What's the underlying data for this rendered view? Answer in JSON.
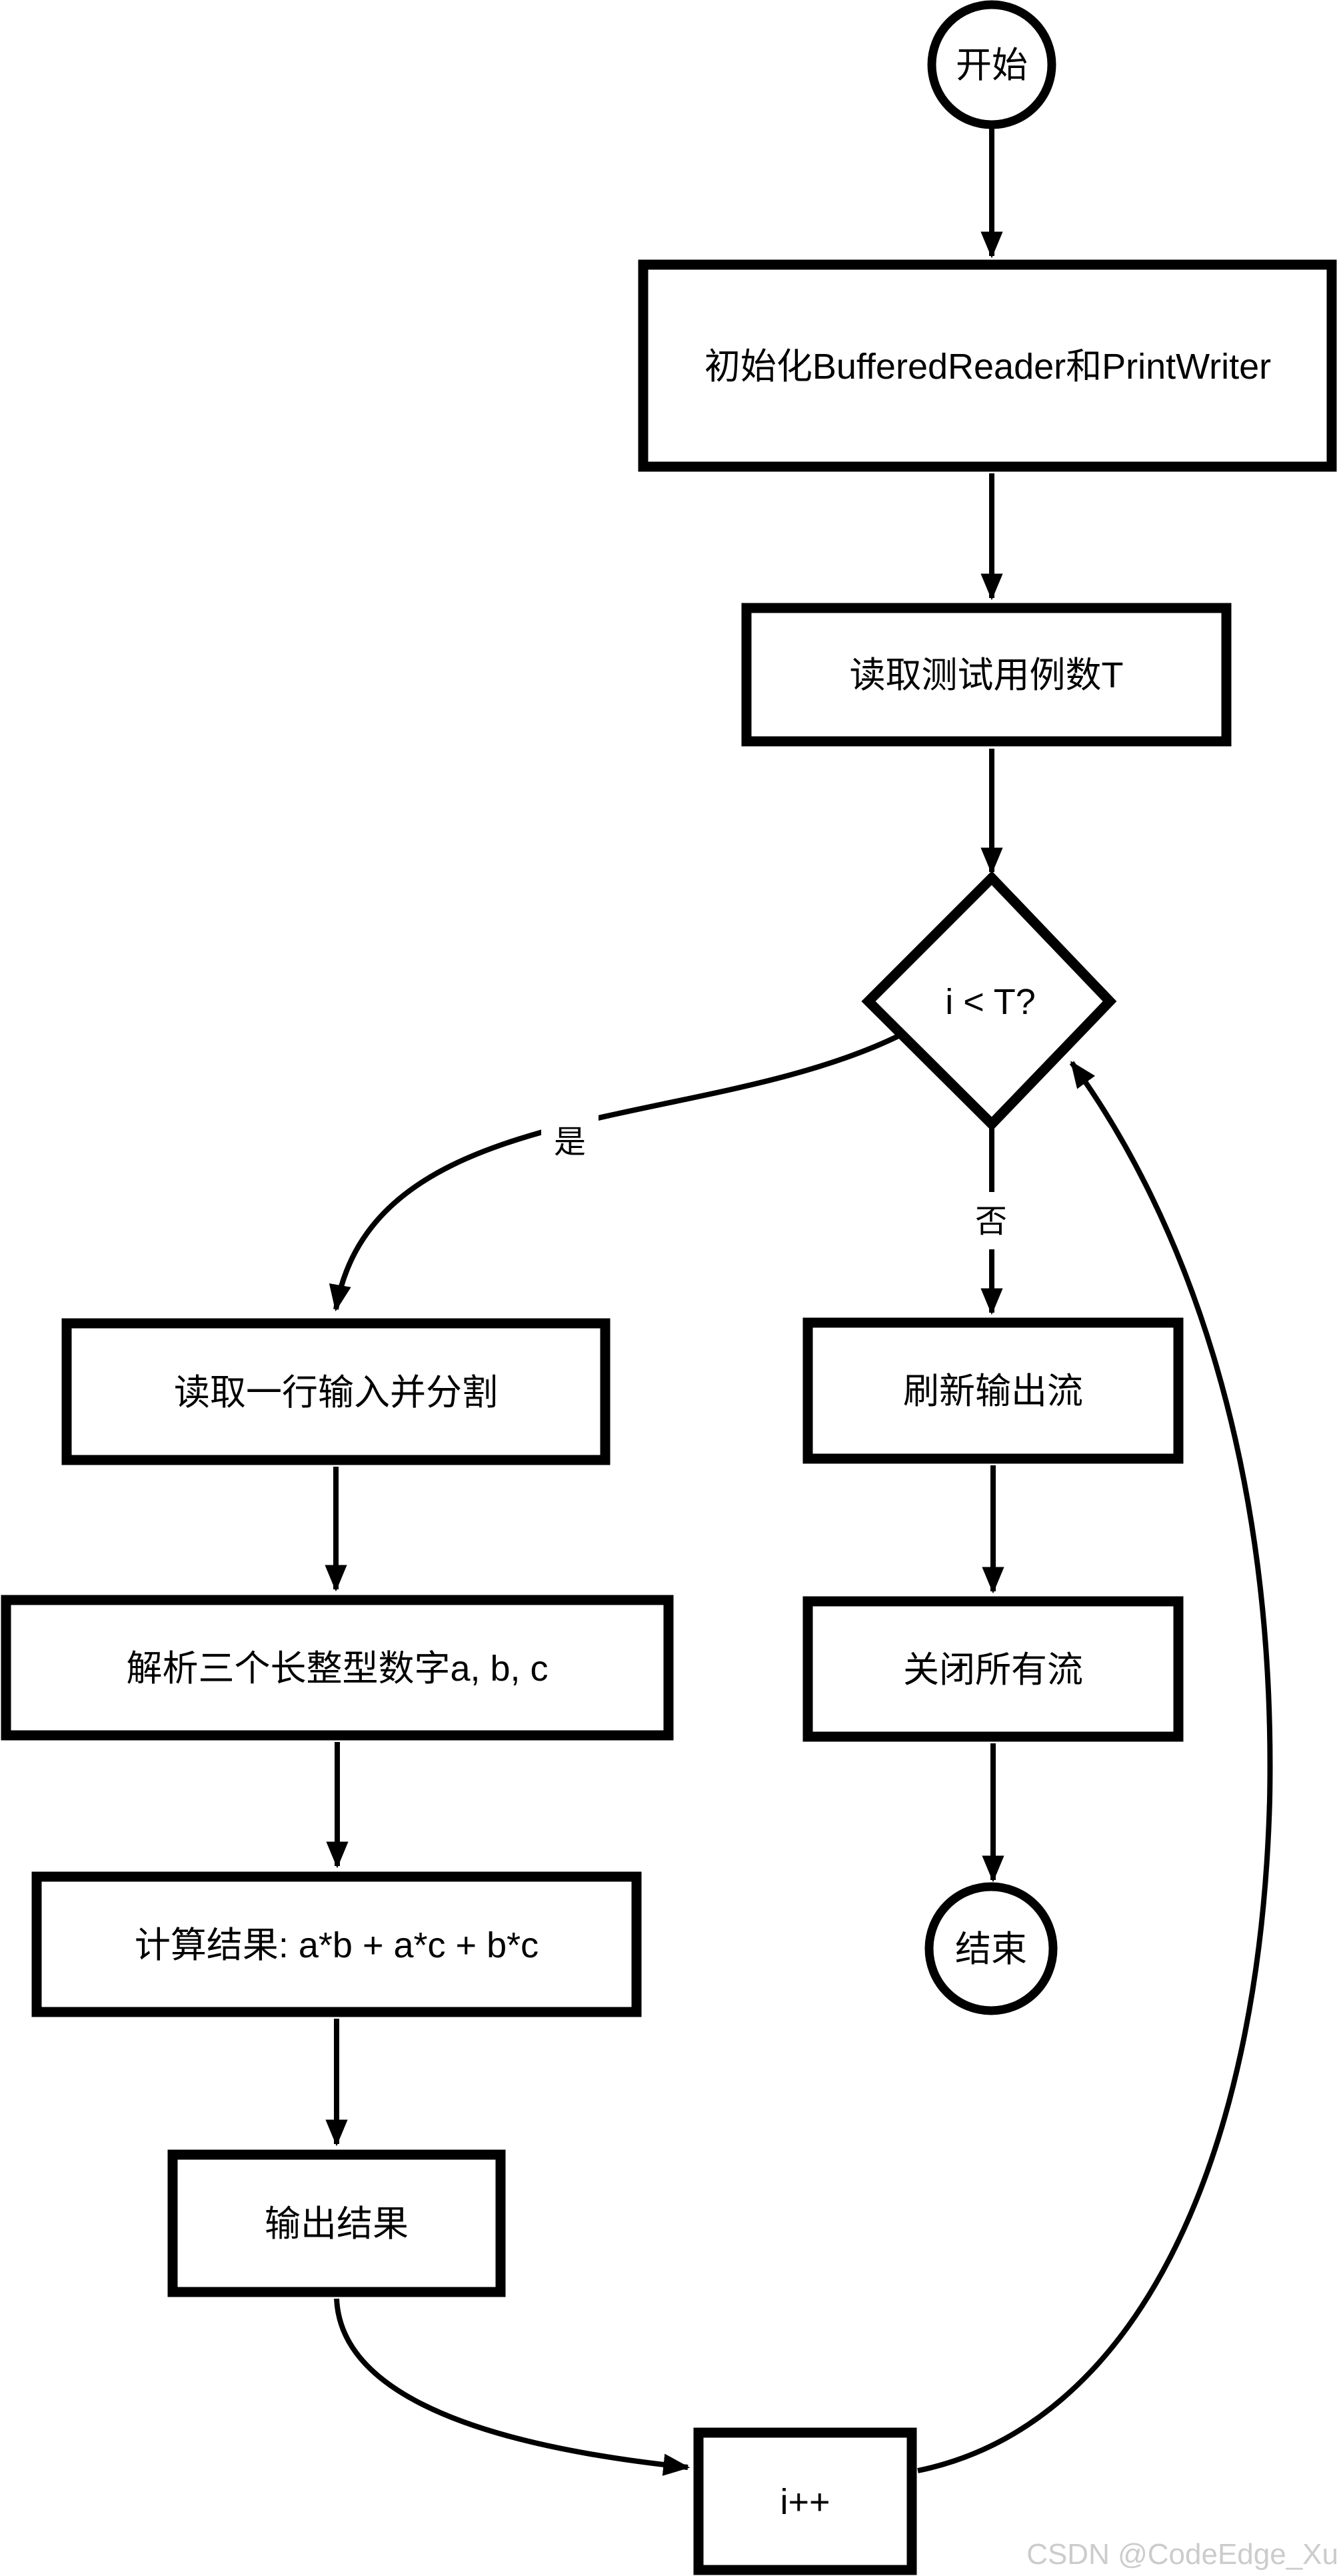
{
  "diagram": {
    "nodes": {
      "start": {
        "label": "开始"
      },
      "init": {
        "label": "初始化BufferedReader和PrintWriter"
      },
      "read_t": {
        "label": "读取测试用例数T"
      },
      "cond": {
        "label": "i < T?"
      },
      "read_line": {
        "label": "读取一行输入并分割"
      },
      "parse": {
        "label": "解析三个长整型数字a, b, c"
      },
      "compute": {
        "label": "计算结果: a*b + a*c + b*c"
      },
      "output": {
        "label": "输出结果"
      },
      "increment": {
        "label": "i++"
      },
      "flush": {
        "label": "刷新输出流"
      },
      "close_streams": {
        "label": "关闭所有流"
      },
      "end": {
        "label": "结束"
      }
    },
    "edge_labels": {
      "yes": "是",
      "no": "否"
    },
    "edges": [
      {
        "from": "start",
        "to": "init",
        "label": ""
      },
      {
        "from": "init",
        "to": "read_t",
        "label": ""
      },
      {
        "from": "read_t",
        "to": "cond",
        "label": ""
      },
      {
        "from": "cond",
        "to": "read_line",
        "label": "是"
      },
      {
        "from": "cond",
        "to": "flush",
        "label": "否"
      },
      {
        "from": "read_line",
        "to": "parse",
        "label": ""
      },
      {
        "from": "parse",
        "to": "compute",
        "label": ""
      },
      {
        "from": "compute",
        "to": "output",
        "label": ""
      },
      {
        "from": "output",
        "to": "increment",
        "label": ""
      },
      {
        "from": "increment",
        "to": "cond",
        "label": ""
      },
      {
        "from": "flush",
        "to": "close_streams",
        "label": ""
      },
      {
        "from": "close_streams",
        "to": "end",
        "label": ""
      }
    ],
    "colors": {
      "line": "#000000",
      "node_fill": "#ffffff",
      "watermark": "#cccccc"
    }
  },
  "watermark": {
    "text": "CSDN @CodeEdge_Xu"
  }
}
